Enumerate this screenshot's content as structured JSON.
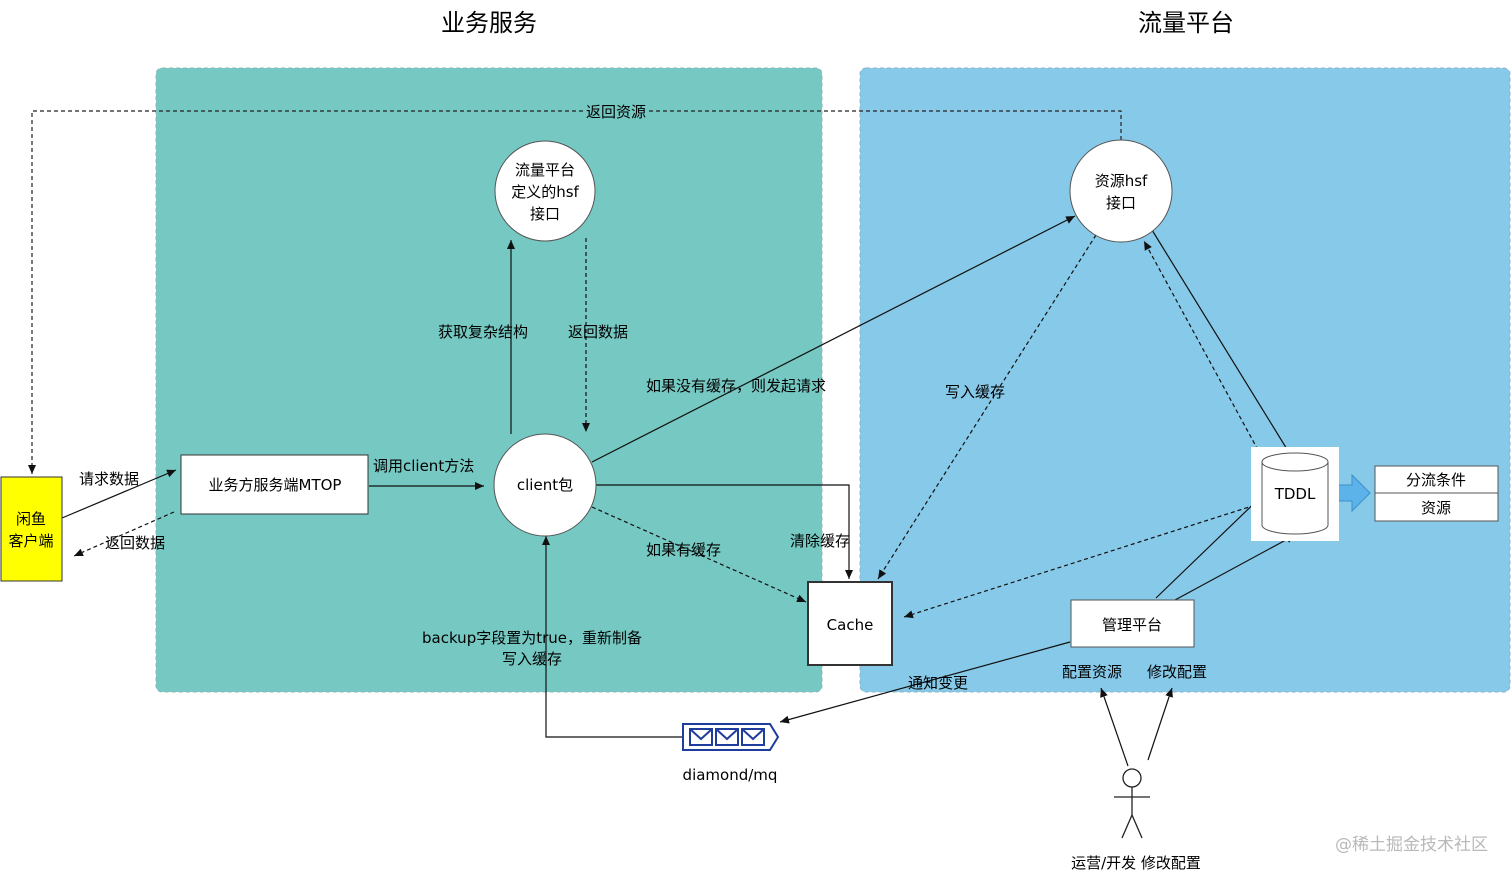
{
  "regions": {
    "business": {
      "title": "业务服务",
      "color": "#76c8c2"
    },
    "platform": {
      "title": "流量平台",
      "color": "#87c9e8"
    }
  },
  "nodes": {
    "client_app": {
      "line1": "闲鱼",
      "line2": "客户端",
      "color": "#ffff00"
    },
    "mtop": {
      "label": "业务方服务端MTOP"
    },
    "hsf_def": {
      "line1": "流量平台",
      "line2": "定义的hsf",
      "line3": "接口"
    },
    "client_pkg": {
      "label": "client包"
    },
    "cache": {
      "label": "Cache"
    },
    "resource_hsf": {
      "line1": "资源hsf",
      "line2": "接口"
    },
    "tddl": {
      "label": "TDDL"
    },
    "split_table": {
      "row1": "分流条件",
      "row2": "资源"
    },
    "admin": {
      "label": "管理平台"
    },
    "mq": {
      "label": "diamond/mq"
    },
    "actor": {
      "label": "运营/开发 修改配置"
    }
  },
  "edges": {
    "return_resource": "返回资源",
    "request_data": "请求数据",
    "return_data_left": "返回数据",
    "call_client": "调用client方法",
    "get_complex": "获取复杂结构",
    "return_data_mid": "返回数据",
    "no_cache": "如果没有缓存，则发起请求",
    "has_cache": "如果有缓存",
    "clear_cache": "清除缓存",
    "backup_line1": "backup字段置为true，重新制备",
    "backup_line2": "写入缓存",
    "write_cache": "写入缓存",
    "notify": "通知变更",
    "config_resource": "配置资源",
    "modify_config": "修改配置"
  },
  "watermark": "@稀土掘金技术社区"
}
